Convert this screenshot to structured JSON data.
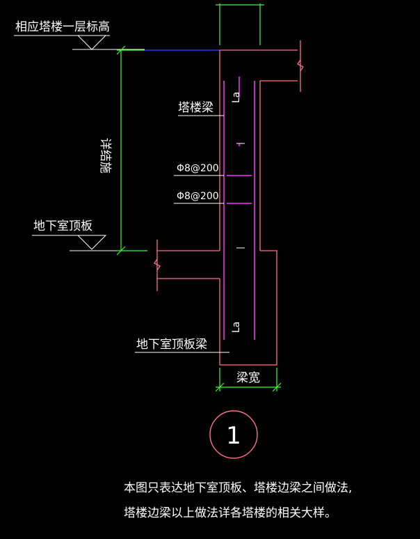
{
  "labels": {
    "top_level": "相应塔楼一层标高",
    "height_dim": "详结施",
    "basement_roof": "地下室顶板",
    "tower_beam": "塔楼梁",
    "stirrup_1": "Φ8@200",
    "stirrup_2": "Φ8@200",
    "la_upper": "La",
    "la_lower": "La",
    "basement_roof_beam": "地下室顶板梁",
    "beam_width": "梁宽",
    "detail_number": "1"
  },
  "notes": {
    "line1": "本图只表达地下室顶板、塔楼边梁之间做法,",
    "line2": "塔楼边梁以上做法详各塔楼的相关大样。"
  },
  "colors": {
    "background": "#000000",
    "outline": "#ff6f8c",
    "rebar": "#ff33ff",
    "dimension": "#33ff33",
    "blue_line": "#2233ff",
    "text": "#ffffff"
  }
}
